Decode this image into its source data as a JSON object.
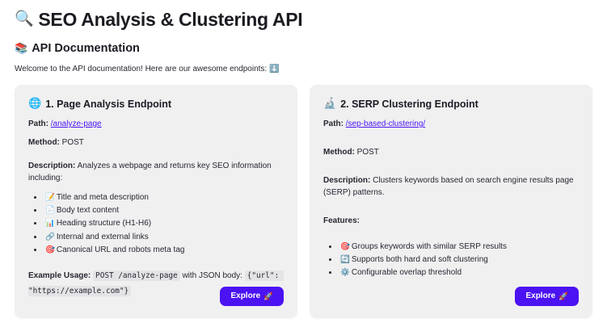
{
  "header": {
    "title": "SEO Analysis & Clustering API",
    "title_icon": "magnifying-glass-emoji",
    "title_icon_glyph": "🔍",
    "section_title": "API Documentation",
    "section_icon_glyph": "📚",
    "welcome_text": "Welcome to the API documentation! Here are our awesome endpoints:",
    "welcome_icon_glyph": "⬇️"
  },
  "colors": {
    "accent": "#4b12f2",
    "link": "#4b18f5",
    "card_bg": "#f0f0f1",
    "page_bg": "#ffffff",
    "text": "#262730"
  },
  "cards": [
    {
      "icon_glyph": "🌐",
      "icon_name": "globe-icon",
      "title": "1. Page Analysis Endpoint",
      "path_label": "Path:",
      "path_value": "/analyze-page",
      "method_label": "Method:",
      "method_value": "POST",
      "description_label": "Description:",
      "description_value": "Analyzes a webpage and returns key SEO information including:",
      "list": [
        {
          "icon": "📝",
          "text": "Title and meta description"
        },
        {
          "icon": "📄",
          "text": "Body text content"
        },
        {
          "icon": "📊",
          "text": "Heading structure (H1-H6)"
        },
        {
          "icon": "🔗",
          "text": "Internal and external links"
        },
        {
          "icon": "🎯",
          "text": "Canonical URL and robots meta tag"
        }
      ],
      "usage_label": "Example Usage:",
      "usage_code_1": "POST /analyze-page",
      "usage_mid": "with JSON body:",
      "usage_code_2": "{\"url\": \"https://example.com\"}",
      "button_label": "Explore",
      "button_icon": "🚀"
    },
    {
      "icon_glyph": "🔬",
      "icon_name": "microscope-icon",
      "title": "2. SERP Clustering Endpoint",
      "path_label": "Path:",
      "path_value": "/sep-based-clustering/",
      "method_label": "Method:",
      "method_value": "POST",
      "description_label": "Description:",
      "description_value": "Clusters keywords based on search engine results page (SERP) patterns.",
      "features_label": "Features:",
      "list": [
        {
          "icon": "🎯",
          "text": "Groups keywords with similar SERP results"
        },
        {
          "icon": "🔄",
          "text": "Supports both hard and soft clustering"
        },
        {
          "icon": "⚙️",
          "text": "Configurable overlap threshold"
        }
      ],
      "button_label": "Explore",
      "button_icon": "🚀"
    }
  ]
}
